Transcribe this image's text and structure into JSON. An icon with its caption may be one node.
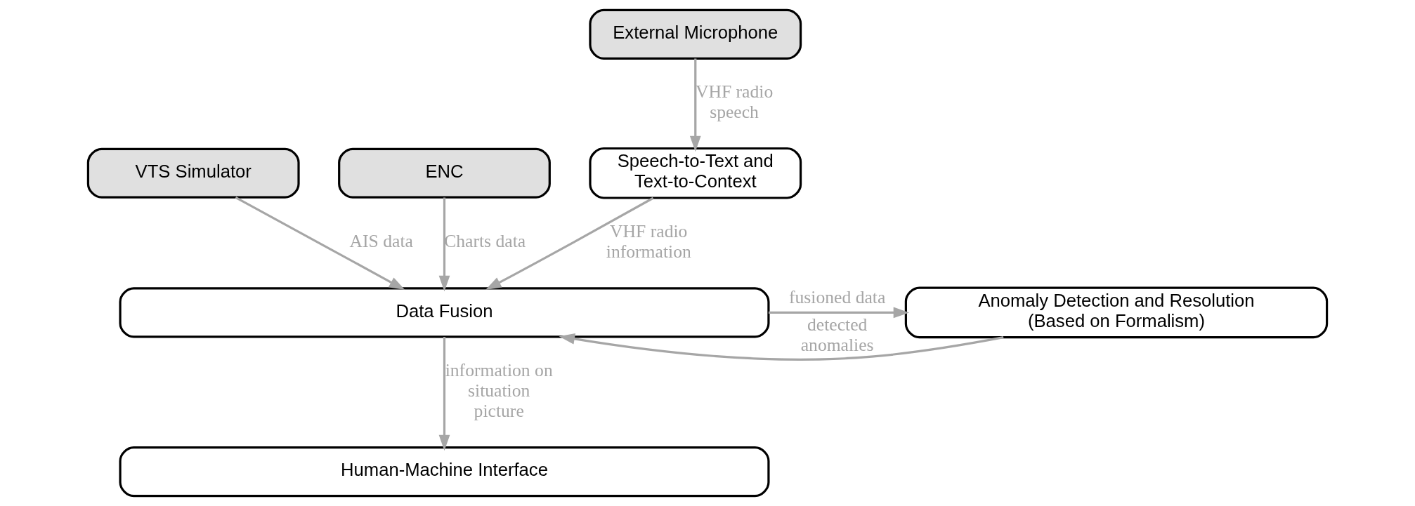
{
  "diagram": {
    "nodes": [
      {
        "text": [
          "VTS Simulator"
        ]
      },
      {
        "text": [
          "ENC"
        ]
      },
      {
        "text": [
          "External Microphone"
        ]
      },
      {
        "text": [
          "Speech-to-Text and Text-to-Context"
        ]
      },
      {
        "text": [
          "Data Fusion"
        ]
      },
      {
        "text": [
          "Anomaly Detection and Resolution (Based on Formalism)"
        ]
      },
      {
        "text": [
          "Human-Machine Interface"
        ]
      }
    ],
    "edges": [
      {
        "from": 0,
        "to": 4,
        "arrow": "to",
        "label": "AIS data"
      },
      {
        "from": 1,
        "to": 4,
        "arrow": "to",
        "label": "Charts data"
      },
      {
        "from": 2,
        "to": 3,
        "arrow": "to",
        "label": "VHF radio speech"
      },
      {
        "from": 3,
        "to": 4,
        "arrow": "to",
        "label": "VHF radio information"
      },
      {
        "from": 4,
        "to": 5,
        "arrow": "to",
        "label": "fusioned data"
      },
      {
        "from": 5,
        "to": 4,
        "arrow": "to",
        "label": "detected anomalies"
      },
      {
        "from": 4,
        "to": 6,
        "arrow": "to",
        "label": "information on situation picture"
      }
    ]
  }
}
